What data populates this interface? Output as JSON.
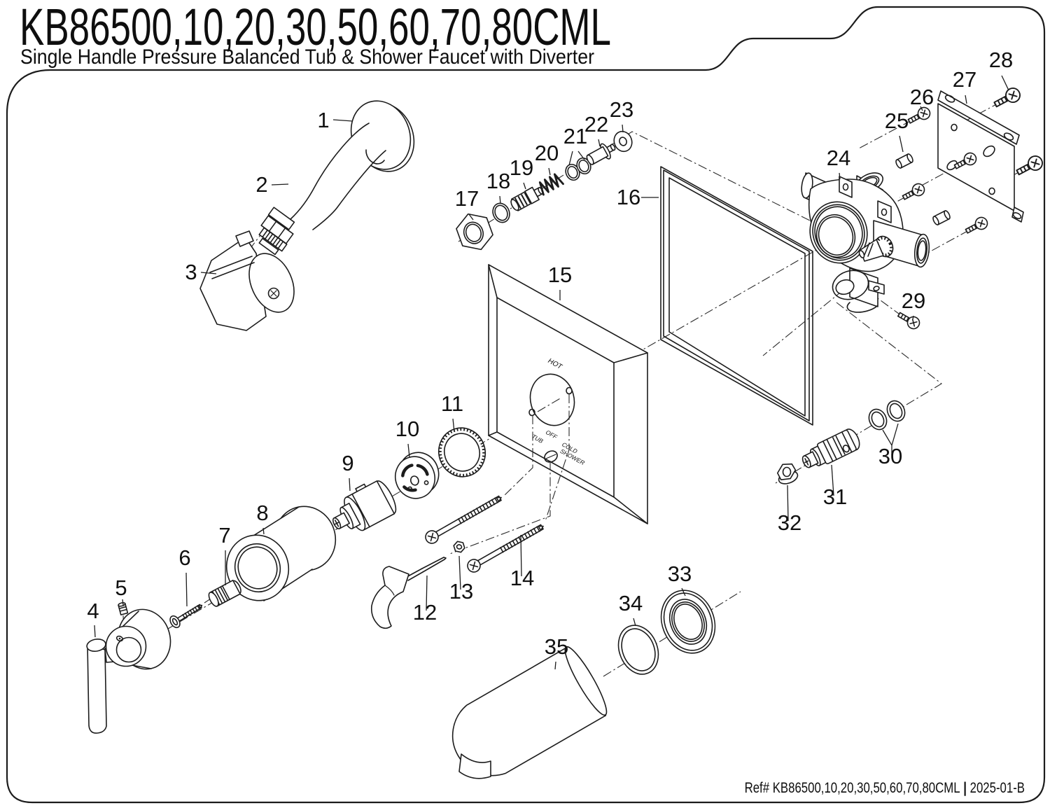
{
  "page": {
    "title": "KB86500,10,20,30,50,60,70,80CML",
    "subtitle": "Single Handle Pressure Balanced Tub & Shower Faucet with Diverter"
  },
  "footer": {
    "ref": "Ref# KB86500,10,20,30,50,60,70,80CML",
    "separator": " | ",
    "revision": "2025-01-B"
  },
  "plate_markings": {
    "hot": "HOT",
    "tub": "TUB",
    "off": "OFF",
    "cold_line1": "COLD",
    "cold_line2": "SHOWER"
  },
  "colors": {
    "line": "#1c1c1c",
    "background": "#ffffff"
  },
  "parts": [
    {
      "num": "1",
      "name": "shower-arm-flange"
    },
    {
      "num": "2",
      "name": "shower-arm"
    },
    {
      "num": "3",
      "name": "shower-head"
    },
    {
      "num": "4",
      "name": "handle-assembly"
    },
    {
      "num": "5",
      "name": "handle-set-screw"
    },
    {
      "num": "6",
      "name": "handle-screw"
    },
    {
      "num": "7",
      "name": "handle-adapter"
    },
    {
      "num": "8",
      "name": "trim-sleeve"
    },
    {
      "num": "9",
      "name": "pressure-balance-cartridge"
    },
    {
      "num": "10",
      "name": "cartridge-stop"
    },
    {
      "num": "11",
      "name": "trim-ring"
    },
    {
      "num": "12",
      "name": "diverter-knob"
    },
    {
      "num": "13",
      "name": "diverter-nut"
    },
    {
      "num": "14",
      "name": "mounting-screws"
    },
    {
      "num": "15",
      "name": "escutcheon-plate"
    },
    {
      "num": "16",
      "name": "plate-gasket"
    },
    {
      "num": "17",
      "name": "cap-nut"
    },
    {
      "num": "18",
      "name": "o-ring"
    },
    {
      "num": "19",
      "name": "check-stop"
    },
    {
      "num": "20",
      "name": "spring"
    },
    {
      "num": "21",
      "name": "o-rings"
    },
    {
      "num": "22",
      "name": "diverter-plunger"
    },
    {
      "num": "23",
      "name": "washer"
    },
    {
      "num": "24",
      "name": "valve-body"
    },
    {
      "num": "25",
      "name": "spacers"
    },
    {
      "num": "26",
      "name": "bracket-screws"
    },
    {
      "num": "27",
      "name": "mounting-bracket"
    },
    {
      "num": "28",
      "name": "wall-screws"
    },
    {
      "num": "29",
      "name": "clamp-screw"
    },
    {
      "num": "30",
      "name": "spindle-o-rings"
    },
    {
      "num": "31",
      "name": "diverter-spindle"
    },
    {
      "num": "32",
      "name": "flange-nut"
    },
    {
      "num": "33",
      "name": "spout-flange"
    },
    {
      "num": "34",
      "name": "spout-o-ring"
    },
    {
      "num": "35",
      "name": "tub-spout"
    }
  ]
}
